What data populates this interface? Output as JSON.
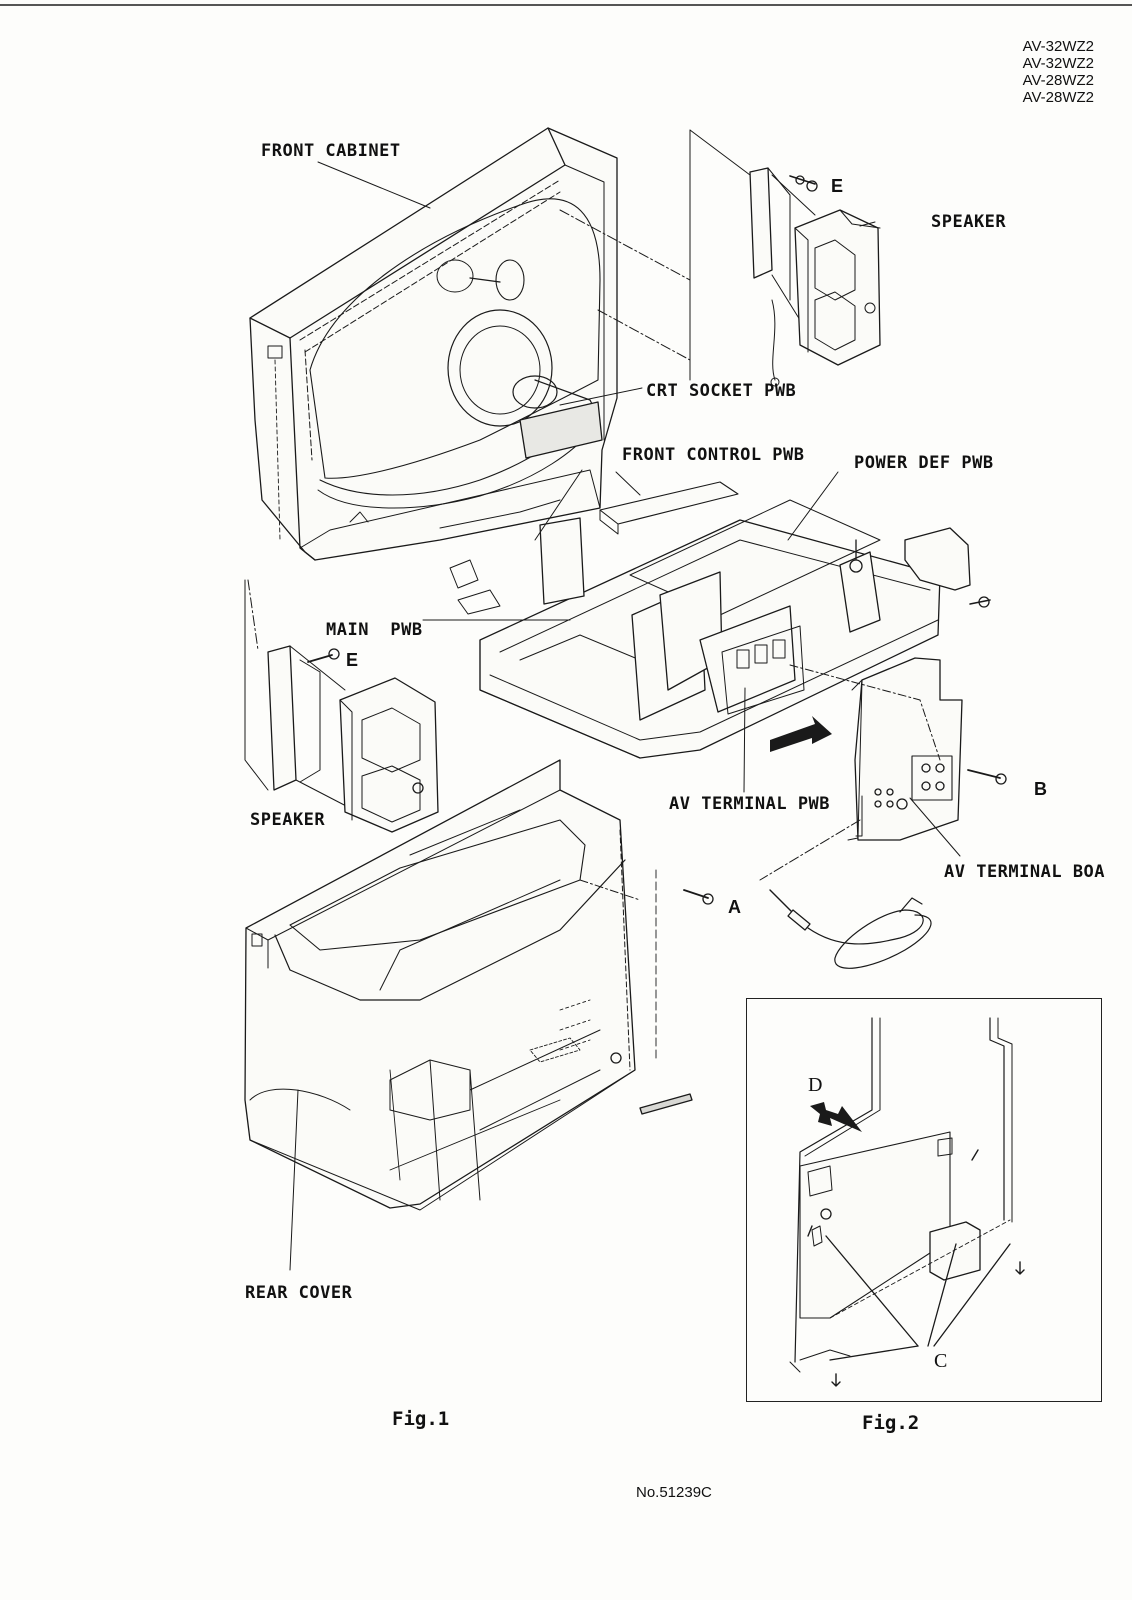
{
  "header": {
    "models": [
      "AV-32WZ2",
      "AV-32WZ2",
      "AV-28WZ2",
      "AV-28WZ2"
    ]
  },
  "labels": {
    "front_cabinet": "FRONT CABINET",
    "speaker_top": "SPEAKER",
    "screw_e_top": "E",
    "crt_socket_pwb": "CRT SOCKET PWB",
    "front_control_pwb": "FRONT CONTROL PWB",
    "power_def_pwb": "POWER DEF PWB",
    "main_pwb": "MAIN  PWB",
    "screw_e_left": "E",
    "speaker_left": "SPEAKER",
    "av_terminal_pwb": "AV TERMINAL PWB",
    "screw_b": "B",
    "av_terminal_board": "AV TERMINAL BOA",
    "screw_a": "A",
    "rear_cover": "REAR COVER",
    "fig2_d": "D",
    "fig2_c": "C"
  },
  "captions": {
    "fig1": "Fig.1",
    "fig2": "Fig.2"
  },
  "footer": {
    "doc_no": "No.51239C"
  }
}
